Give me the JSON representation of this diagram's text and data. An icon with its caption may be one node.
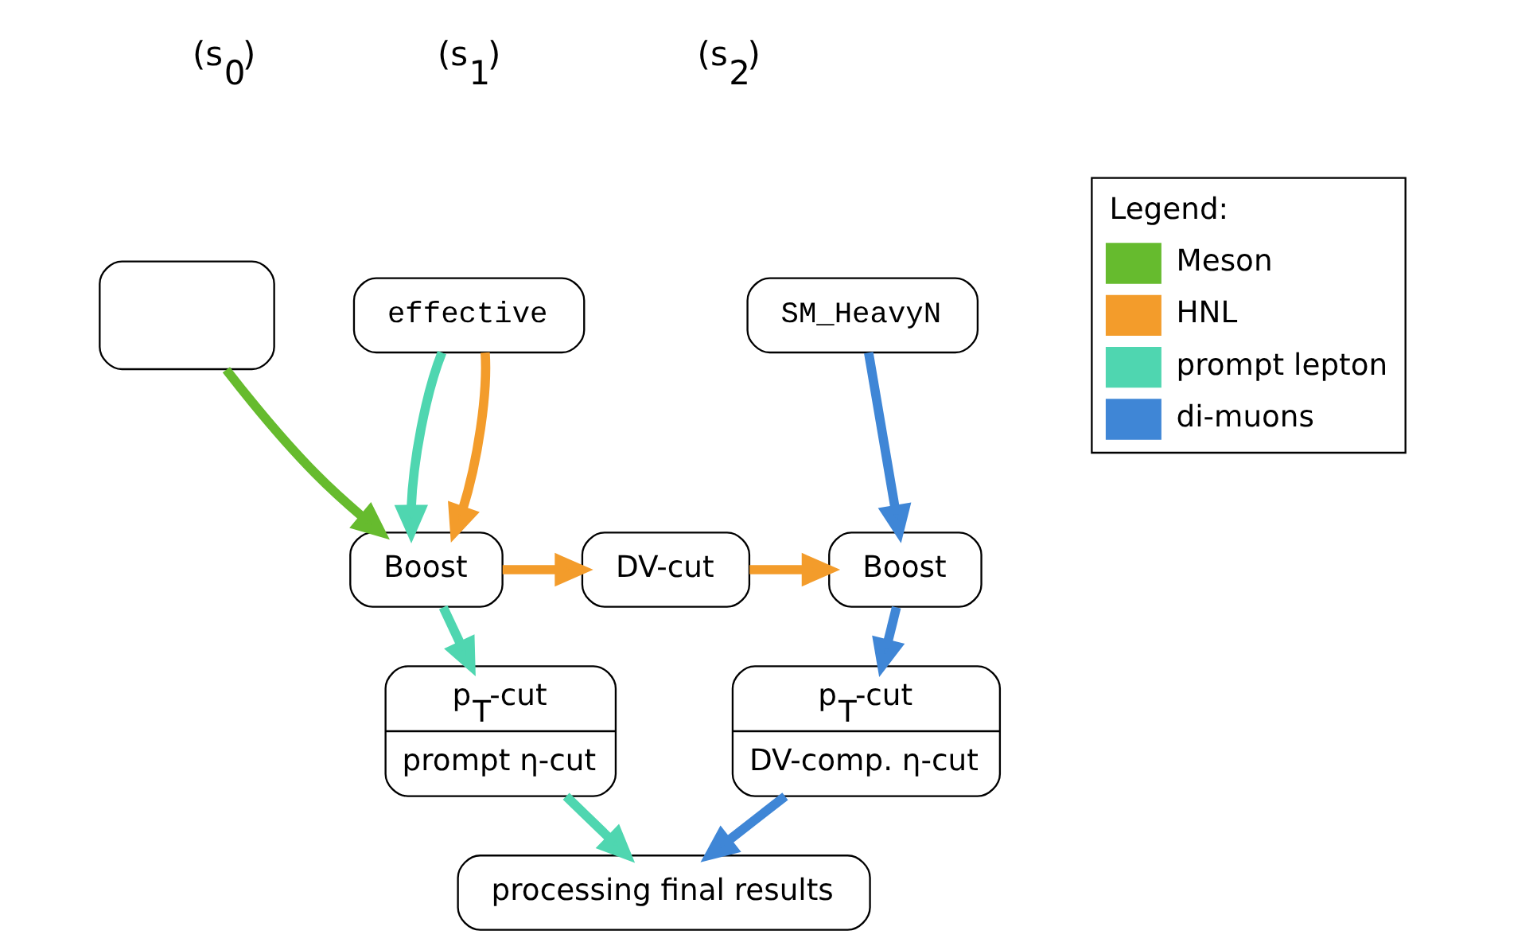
{
  "diagram": {
    "nodes": [
      {
        "text": [],
        "shape": "box"
      },
      {
        "text": [
          "effective"
        ]
      },
      {
        "text": [
          "Boost"
        ]
      },
      {
        "text": [
          "p$_{T}$-cut",
          "prompt η-cut"
        ]
      },
      {
        "text": [
          "DV-cut"
        ]
      },
      {
        "text": [
          "SM_HeavyN"
        ]
      },
      {
        "text": [
          "Boost"
        ]
      },
      {
        "text": [
          "p$_{T}$-cut",
          "DV-comp. η-cut"
        ]
      },
      {
        "text": [
          "processing final results"
        ]
      }
    ],
    "edges": [
      {
        "from": 0,
        "to": 2,
        "arrow": "to",
        "color": "#66bb2e"
      },
      {
        "from": 1,
        "to": 2,
        "arrow": "to",
        "color": "#4fd6b0"
      },
      {
        "from": 1,
        "to": 2,
        "arrow": "to",
        "color": "#f39c2b"
      },
      {
        "from": 2,
        "to": 4,
        "arrow": "to",
        "color": "#f39c2b"
      },
      {
        "from": 4,
        "to": 6,
        "arrow": "to",
        "color": "#f39c2b"
      },
      {
        "from": 5,
        "to": 6,
        "arrow": "to",
        "color": "#3f86d6"
      },
      {
        "from": 2,
        "to": 3,
        "arrow": "to",
        "color": "#4fd6b0"
      },
      {
        "from": 6,
        "to": 7,
        "arrow": "to",
        "color": "#3f86d6"
      },
      {
        "from": 3,
        "to": 8,
        "arrow": "to",
        "color": "#4fd6b0"
      },
      {
        "from": 7,
        "to": 8,
        "arrow": "to",
        "color": "#3f86d6"
      }
    ],
    "labels": [
      "(s$_{0}$)",
      "(s$_{1}$)",
      "(s$_{2}$)",
      "Legend:"
    ],
    "legend": [
      {
        "text": "Meson",
        "color": "#66bb2e"
      },
      {
        "text": "HNL",
        "color": "#f39c2b"
      },
      {
        "text": "prompt lepton",
        "color": "#4fd6b0"
      },
      {
        "text": "di-muons",
        "color": "#3f86d6"
      }
    ]
  }
}
